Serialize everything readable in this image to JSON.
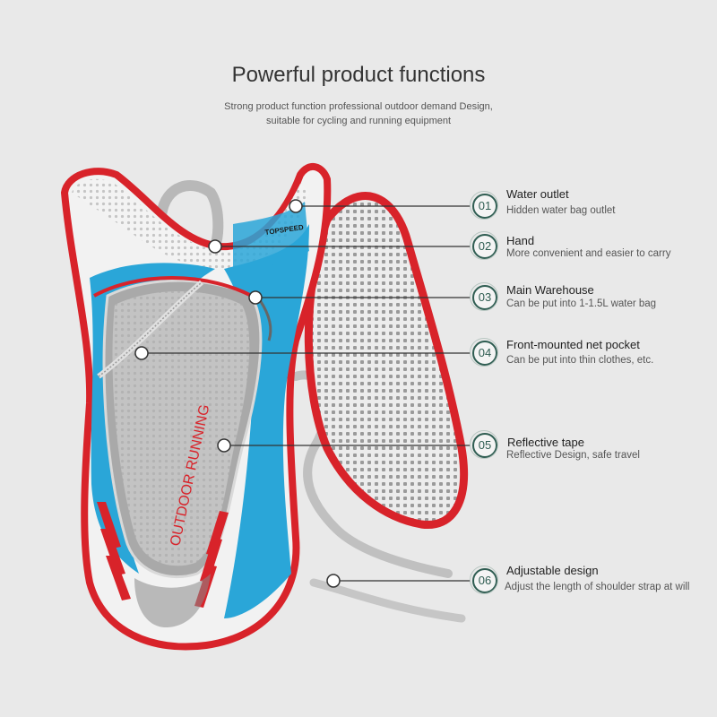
{
  "header": {
    "title": "Powerful product functions",
    "subtitle_line1": "Strong product function professional outdoor demand Design,",
    "subtitle_line2": "suitable for cycling and running equipment"
  },
  "product": {
    "front_print": "OUTDOOR RUNNING",
    "brand_print": "TOPSPEED"
  },
  "features": [
    {
      "num": "01",
      "title": "Water outlet",
      "desc": "Hidden water bag outlet"
    },
    {
      "num": "02",
      "title": "Hand",
      "desc": "More convenient and easier to carry"
    },
    {
      "num": "03",
      "title": "Main Warehouse",
      "desc": "Can be put into 1-1.5L water bag"
    },
    {
      "num": "04",
      "title": "Front-mounted net pocket",
      "desc": "Can be put into thin clothes, etc."
    },
    {
      "num": "05",
      "title": "Reflective tape",
      "desc": "Reflective Design, safe travel"
    },
    {
      "num": "06",
      "title": "Adjustable design",
      "desc": "Adjust the length of shoulder strap at will"
    }
  ],
  "colors": {
    "accent_red": "#d8232a",
    "body_blue": "#2aa6d8",
    "badge_green": "#2f5d52",
    "mesh_gray": "#c8c8c8"
  }
}
